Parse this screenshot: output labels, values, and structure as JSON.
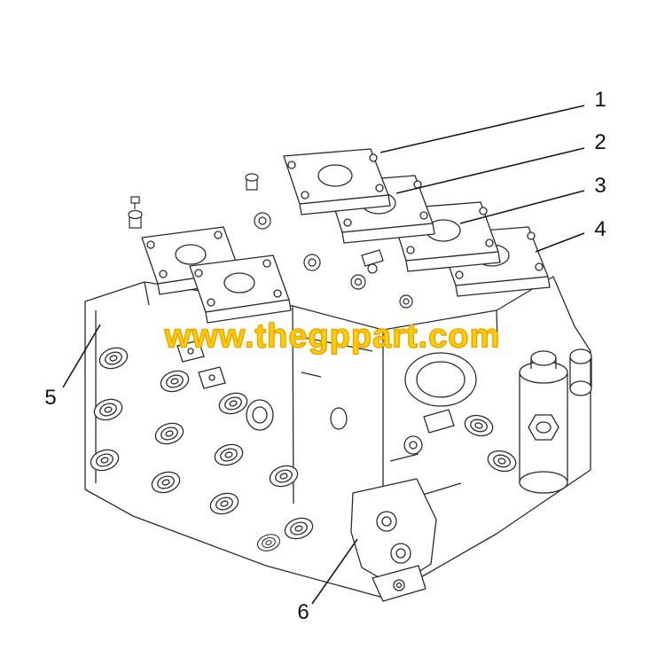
{
  "diagram": {
    "type": "technical-parts-diagram",
    "subject": "hydraulic control valve assembly exploded line drawing",
    "background_color": "#ffffff",
    "line_color": "#2b2b2b",
    "watermark": {
      "text": "www.thegppart.com",
      "color": "#ffd103",
      "outline_color": "#f0a400"
    },
    "callouts": [
      {
        "label": "1"
      },
      {
        "label": "2"
      },
      {
        "label": "3"
      },
      {
        "label": "4"
      },
      {
        "label": "5"
      },
      {
        "label": "6"
      }
    ]
  }
}
